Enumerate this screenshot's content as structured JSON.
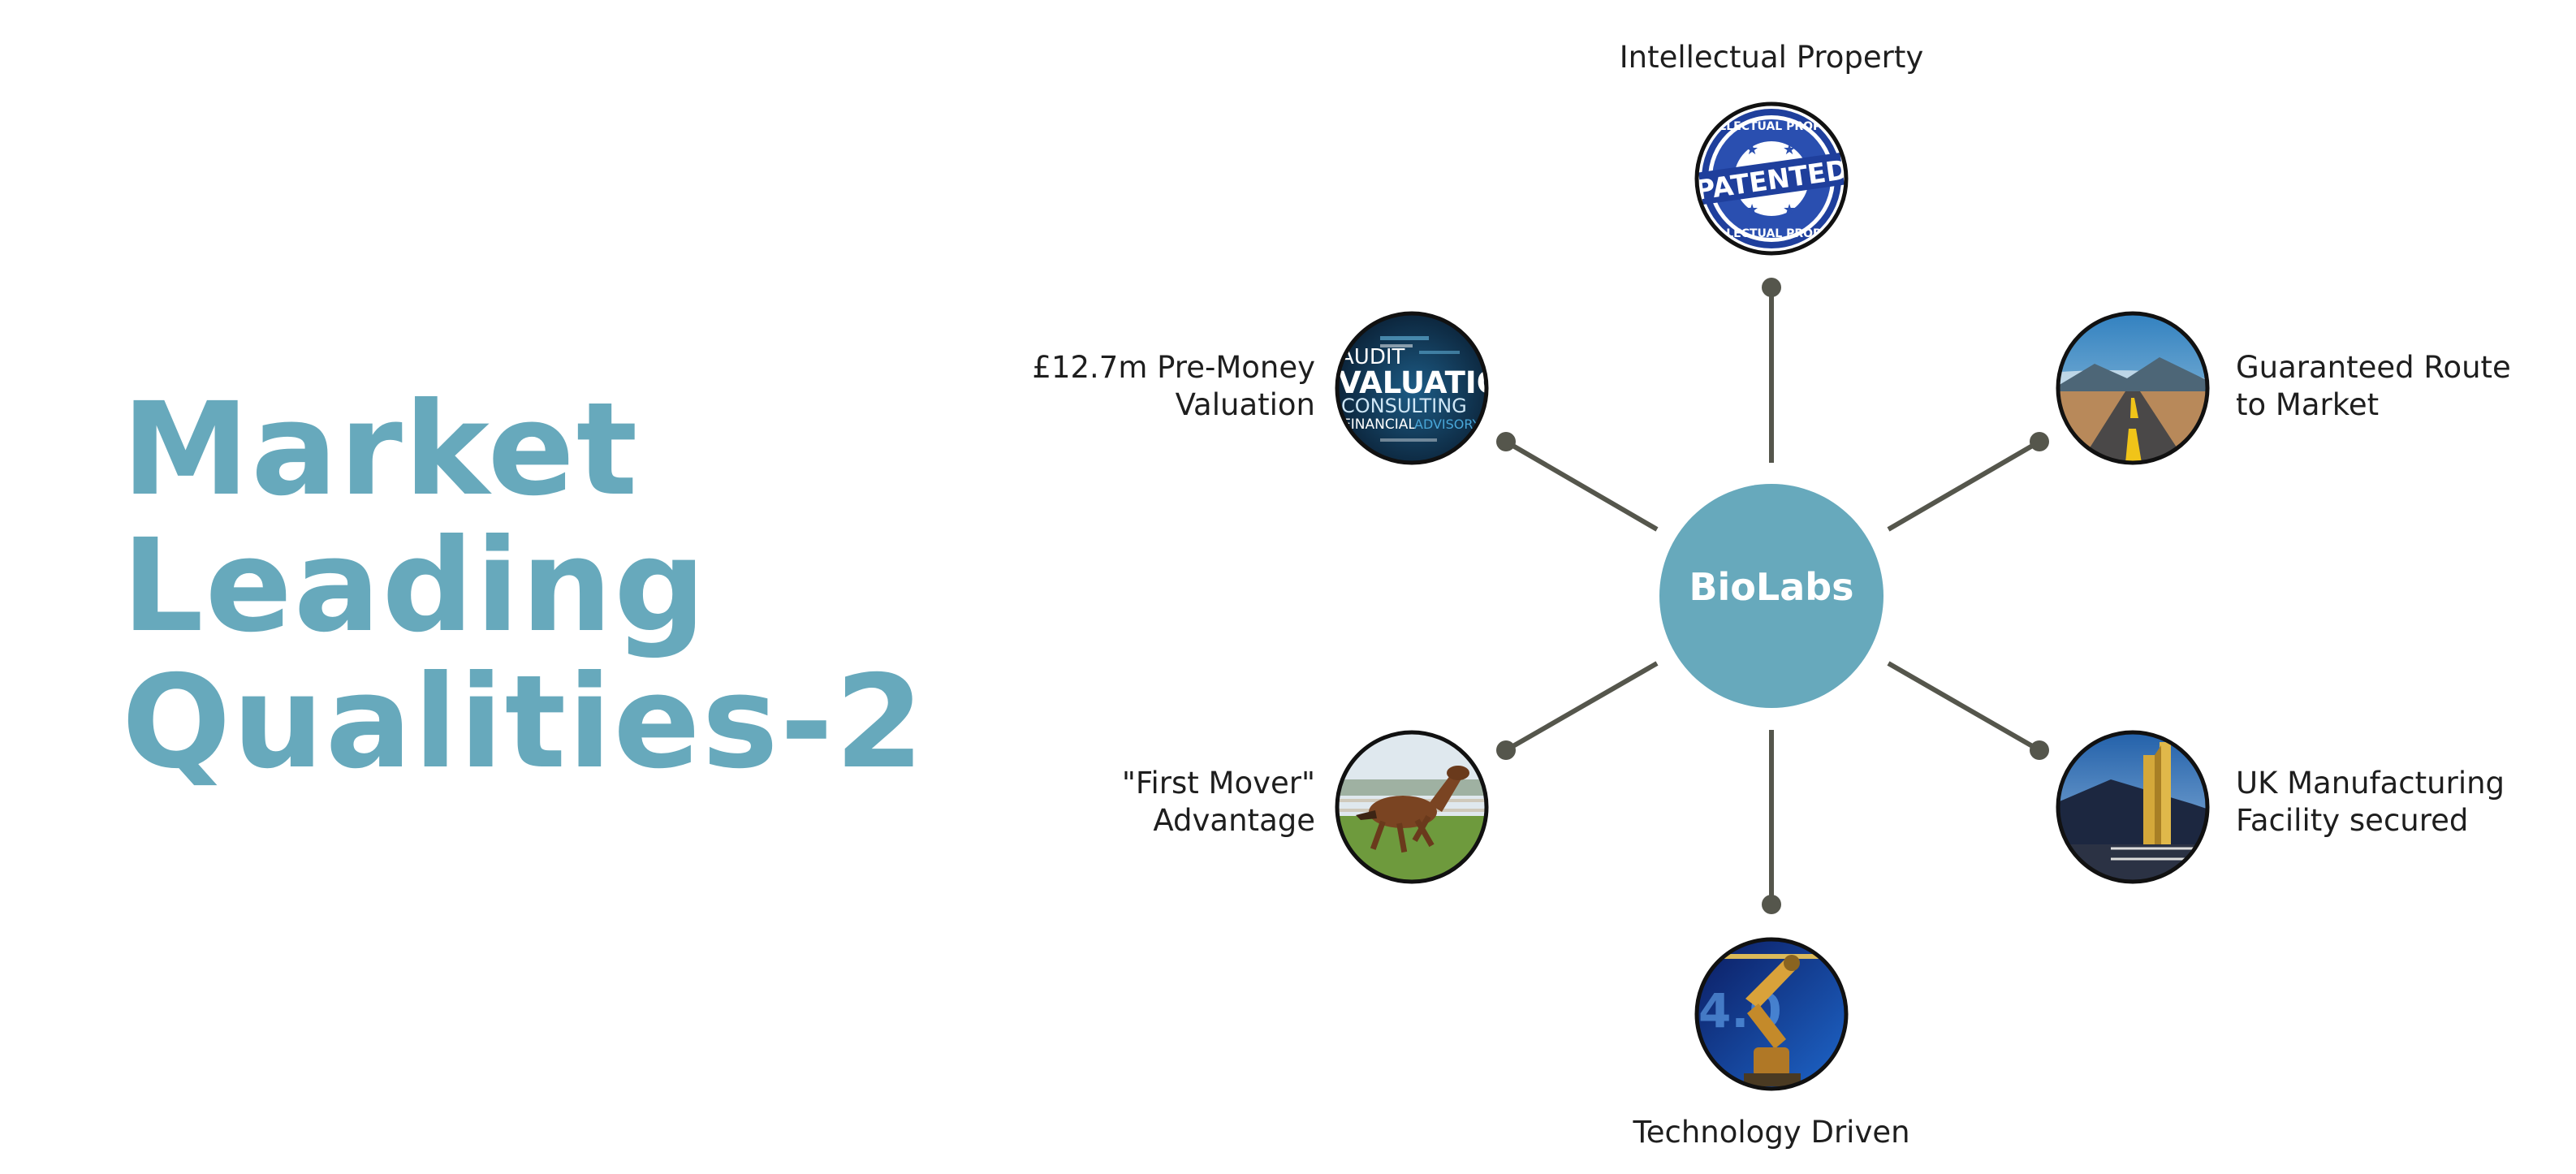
{
  "title": {
    "lines": [
      "Market",
      "Leading",
      "Qualities-2"
    ]
  },
  "colors": {
    "accent": "#67a9bc",
    "connector": "#55564c",
    "text": "#1e1e1e"
  },
  "hub": {
    "label": "BioLabs"
  },
  "nodes": [
    {
      "id": "intellectual-property",
      "lines": [
        "Intellectual Property"
      ],
      "icon": "patented-stamp-icon"
    },
    {
      "id": "guaranteed-route",
      "lines": [
        "Guaranteed Route",
        "to Market"
      ],
      "icon": "open-road-icon"
    },
    {
      "id": "uk-manufacturing",
      "lines": [
        "UK Manufacturing",
        "Facility secured"
      ],
      "icon": "factory-icon"
    },
    {
      "id": "technology-driven",
      "lines": [
        "Technology Driven"
      ],
      "icon": "robot-arm-icon"
    },
    {
      "id": "first-mover",
      "lines": [
        "\"First Mover\"",
        "Advantage"
      ],
      "icon": "running-horse-icon"
    },
    {
      "id": "valuation",
      "lines": [
        "£12.7m Pre-Money",
        "Valuation"
      ],
      "icon": "valuation-word-cloud-icon"
    }
  ],
  "stamp_text": {
    "center": "PATENTED",
    "ring": "INTELLECTUAL PROPERTY"
  },
  "valuation_words": [
    "AUDIT",
    "VALUATION",
    "CONSULTING",
    "FINANCIAL",
    "ADVISORY"
  ]
}
